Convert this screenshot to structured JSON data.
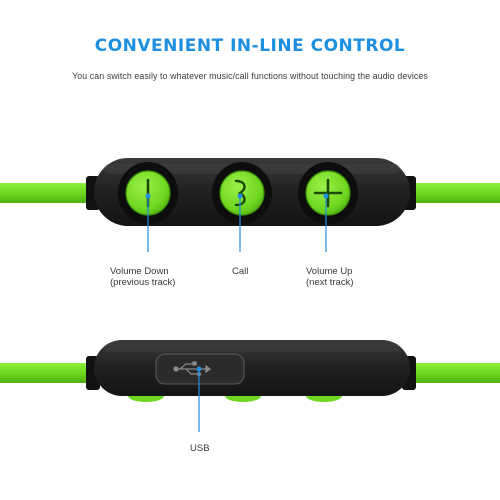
{
  "title": "CONVENIENT IN-LINE CONTROL",
  "subtitle": "You can switch easily to whatever music/call functions without touching the audio devices",
  "controls": {
    "volume_down": {
      "line1": "Volume Down",
      "line2": "(previous track)"
    },
    "call": {
      "line1": "Call"
    },
    "volume_up": {
      "line1": "Volume Up",
      "line2": "(next track)"
    }
  },
  "usb_label": "USB",
  "colors": {
    "accent_blue": "#1e8fe0",
    "cable_green": "#78e02a",
    "body_black": "#1c1c1c"
  }
}
